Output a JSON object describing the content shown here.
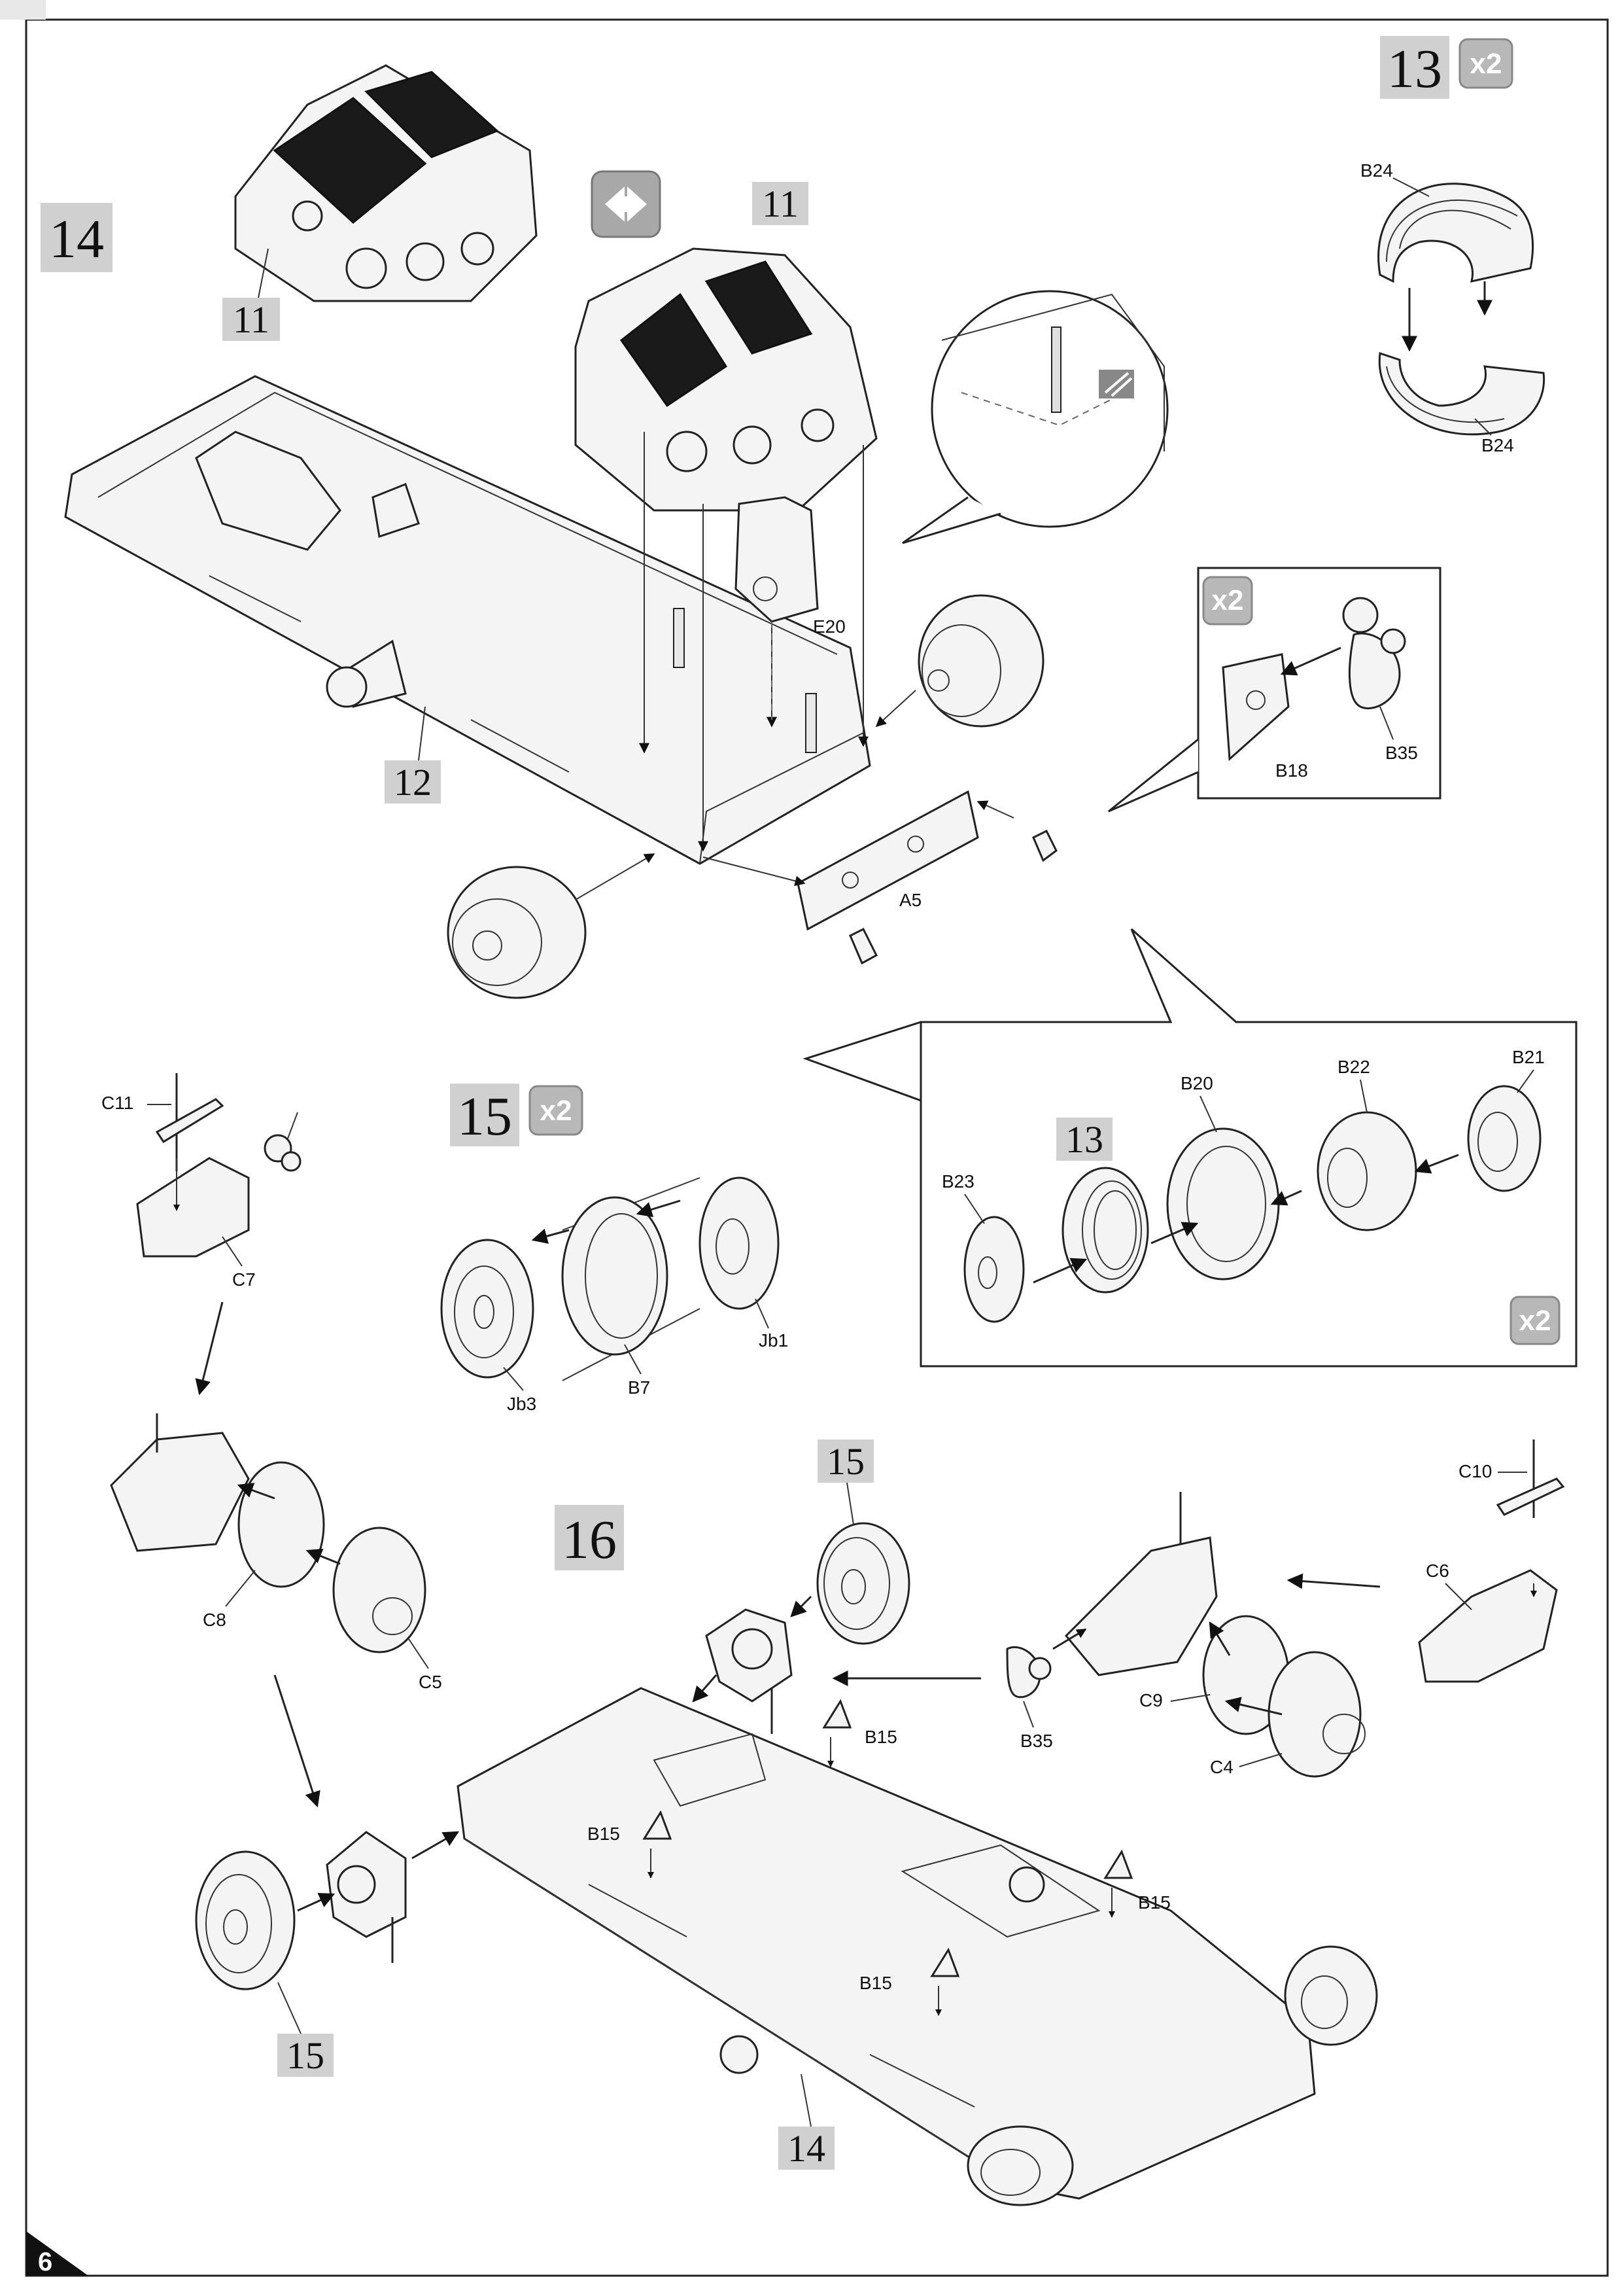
{
  "page_number": "6",
  "steps": [
    {
      "id": "step-13",
      "number": "13",
      "multiplier": "x2"
    },
    {
      "id": "step-14",
      "number": "14"
    },
    {
      "id": "step-15",
      "number": "15",
      "multiplier": "x2"
    },
    {
      "id": "step-16",
      "number": "16"
    }
  ],
  "sub_numbers": {
    "s11a": "11",
    "s11b": "11",
    "s12": "12",
    "s13": "13",
    "s15a": "15",
    "s15b": "15",
    "s14": "14"
  },
  "multipliers": {
    "b18_callout": "x2",
    "wheel_callout": "x2"
  },
  "part_labels": {
    "B24_top": "B24",
    "B24_bottom": "B24",
    "B18": "B18",
    "B35_a": "B35",
    "B35_b": "B35",
    "E20": "E20",
    "A5": "A5",
    "B23": "B23",
    "B20": "B20",
    "B22": "B22",
    "B21": "B21",
    "C11": "C11",
    "C7": "C7",
    "C8": "C8",
    "C5": "C5",
    "Jb3": "Jb3",
    "B7": "B7",
    "Jb1": "Jb1",
    "C10": "C10",
    "C6": "C6",
    "C9": "C9",
    "C4": "C4",
    "B15_a": "B15",
    "B15_b": "B15",
    "B15_c": "B15",
    "B15_d": "B15"
  }
}
